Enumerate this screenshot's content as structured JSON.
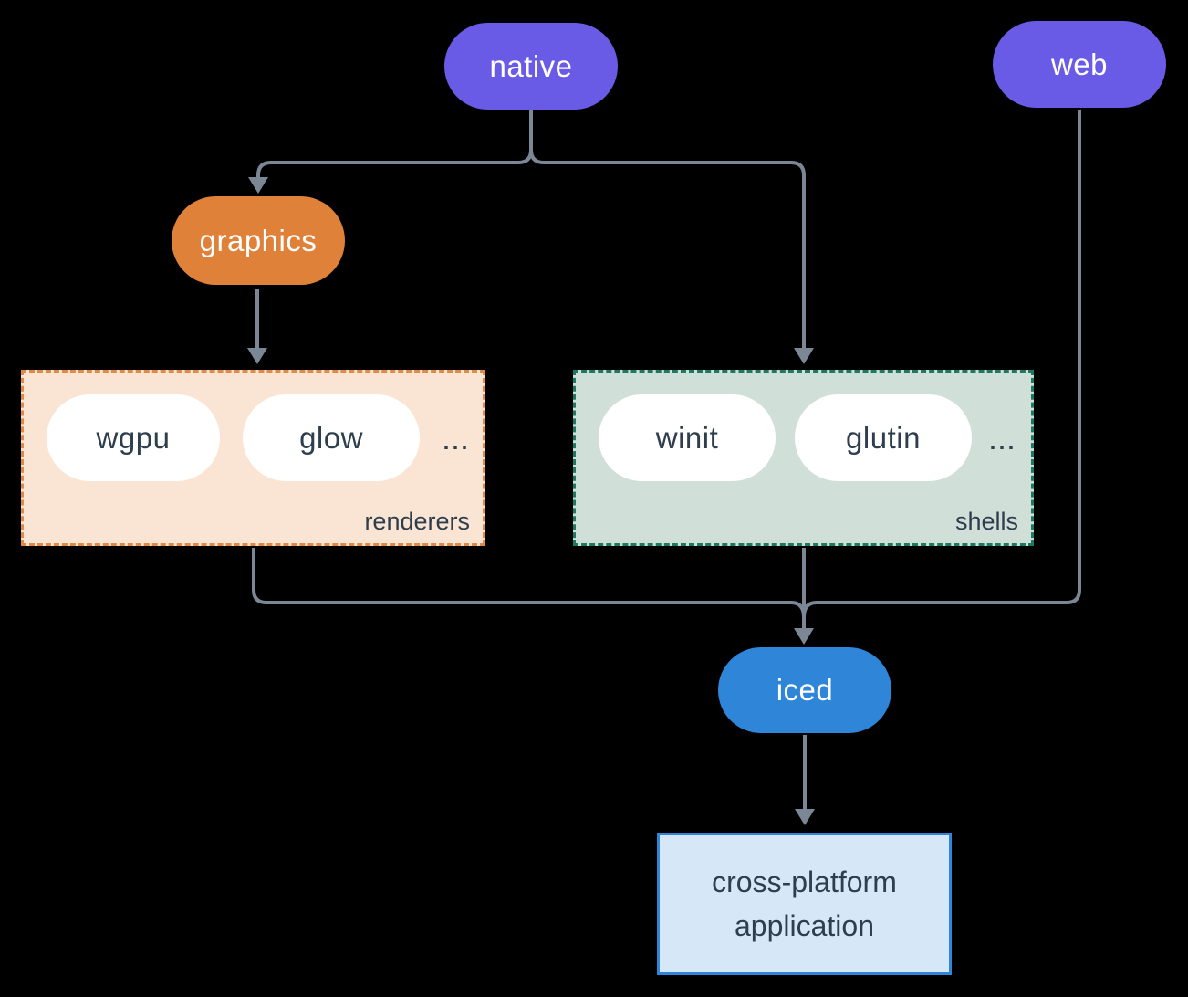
{
  "colors": {
    "background": "#000000",
    "line": "#7C8796",
    "purple": "#6A5BE6",
    "orange": "#E0813A",
    "blue": "#2F86D8",
    "white_pill": "#FFFFFF",
    "dark_text": "#2E3E4D",
    "renderers_bg": "#FAE5D4",
    "renderers_border": "#E08A45",
    "shells_bg": "#D1DFD9",
    "shells_border": "#1B7A63",
    "app_bg": "#D6E8F8",
    "app_border": "#2F86D8"
  },
  "nodes": {
    "native": "native",
    "web": "web",
    "graphics": "graphics",
    "iced": "iced",
    "app_line1": "cross-platform",
    "app_line2": "application"
  },
  "groups": {
    "renderers": {
      "label": "renderers",
      "items": [
        "wgpu",
        "glow"
      ],
      "more": "..."
    },
    "shells": {
      "label": "shells",
      "items": [
        "winit",
        "glutin"
      ],
      "more": "..."
    }
  }
}
